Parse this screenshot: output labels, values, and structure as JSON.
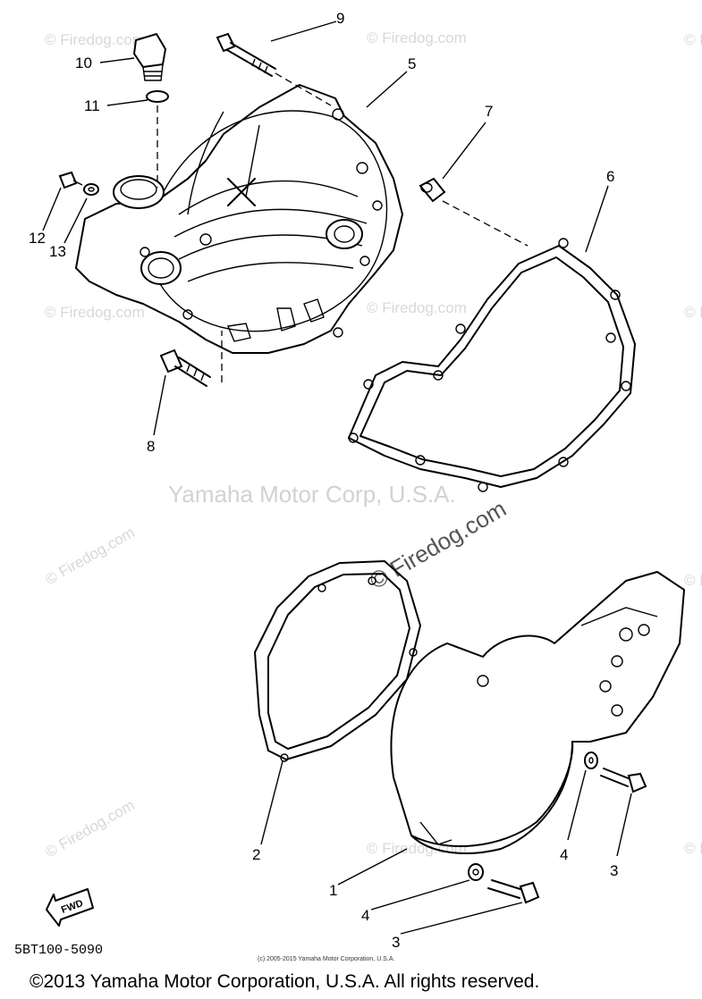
{
  "watermark": {
    "site": "© Firedog.com",
    "site_center": "© Firedog.com",
    "brand": "Yamaha Motor Corp, U.S.A."
  },
  "callouts": {
    "c1": "1",
    "c2": "2",
    "c3a": "3",
    "c3b": "3",
    "c4a": "4",
    "c4b": "4",
    "c5": "5",
    "c6": "6",
    "c7": "7",
    "c8": "8",
    "c9": "9",
    "c10": "10",
    "c11": "11",
    "c12": "12",
    "c13": "13"
  },
  "fwd_label": "FWD",
  "diagram_code": "5BT100-5090",
  "small_copyright": "(c) 2005-2015 Yamaha Motor Corporation, U.S.A.",
  "footer_copyright": "©2013 Yamaha Motor Corporation, U.S.A. All rights reserved."
}
